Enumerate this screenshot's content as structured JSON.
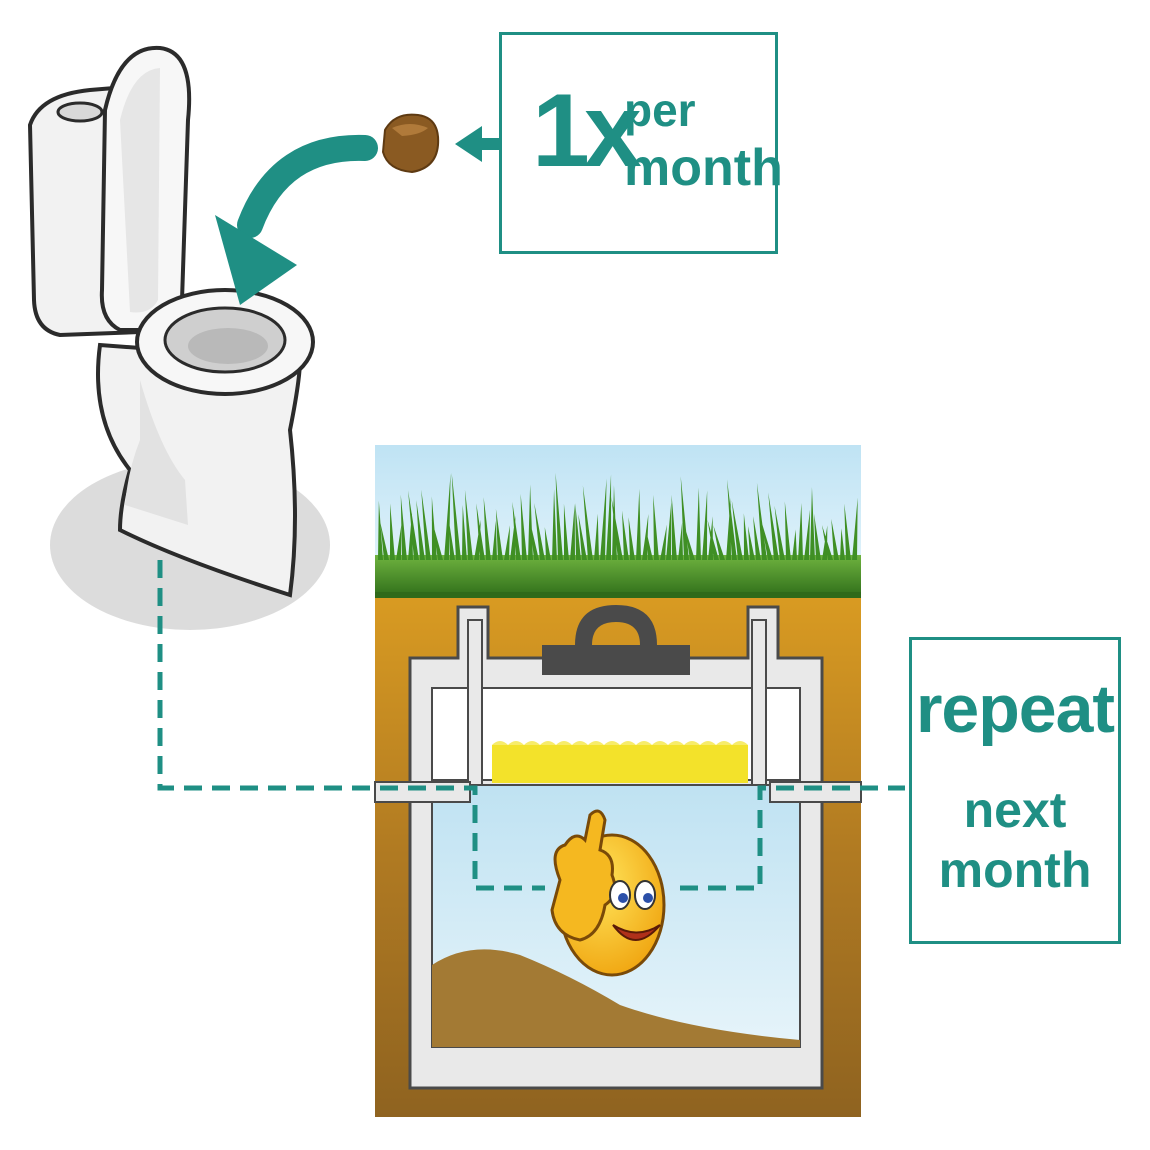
{
  "dose_box": {
    "count": "1x",
    "per": "per",
    "unit": "month"
  },
  "repeat_box": {
    "line1": "repeat",
    "line2": "next",
    "line3": "month"
  },
  "colors": {
    "accent": "#1f8f84",
    "grass": "#3f8f24",
    "soil": "#b0781c",
    "tank_wall": "#e9e9e9",
    "water": "#cfe7f1",
    "scum": "#f3e22a",
    "sludge": "#a37a34",
    "tablet": "#8a5a22"
  },
  "icons": {
    "toilet": "toilet-icon",
    "tablet": "tablet-icon",
    "arrow": "curved-arrow-icon",
    "smiley": "thumbs-up-smiley-icon"
  }
}
